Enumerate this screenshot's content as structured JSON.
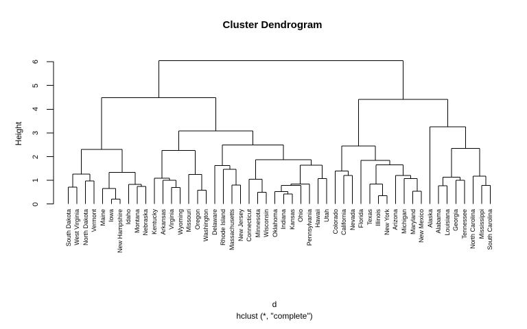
{
  "title": "Cluster Dendrogram",
  "y_axis": {
    "label": "Height",
    "ticks": [
      0,
      1,
      2,
      3,
      4,
      5,
      6
    ]
  },
  "x_axis": {
    "label": "d",
    "sub_label": "hclust (*, \"complete\")"
  },
  "chart_data": {
    "type": "dendrogram",
    "title": "Cluster Dendrogram",
    "ylabel": "Height",
    "xlabel": "d",
    "linkage_caption": "hclust (*, \"complete\")",
    "ylim": [
      0,
      6
    ],
    "grid": false,
    "leaves_in_order": [
      "South Dakota",
      "West Virginia",
      "North Dakota",
      "Vermont",
      "Maine",
      "Iowa",
      "New Hampshire",
      "Idaho",
      "Montana",
      "Nebraska",
      "Kentucky",
      "Arkansas",
      "Virginia",
      "Wyoming",
      "Missouri",
      "Oregon",
      "Washington",
      "Delaware",
      "Rhode Island",
      "Massachusetts",
      "New Jersey",
      "Connecticut",
      "Minnesota",
      "Wisconsin",
      "Oklahoma",
      "Indiana",
      "Kansas",
      "Ohio",
      "Pennsylvania",
      "Hawaii",
      "Utah",
      "Colorado",
      "California",
      "Nevada",
      "Florida",
      "Texas",
      "Illinois",
      "New York",
      "Arizona",
      "Michigan",
      "Maryland",
      "New Mexico",
      "Alaska",
      "Alabama",
      "Louisiana",
      "Georgia",
      "Tennessee",
      "North Carolina",
      "Mississippi",
      "South Carolina"
    ],
    "tree": [
      6.05,
      [
        4.49,
        [
          2.3,
          [
            1.27,
            [
              0.71,
              "South Dakota",
              "West Virginia"
            ],
            [
              0.98,
              "North Dakota",
              "Vermont"
            ]
          ],
          [
            1.33,
            [
              0.65,
              "Maine",
              [
                0.21,
                "Iowa",
                "New Hampshire"
              ]
            ],
            [
              0.83,
              "Idaho",
              [
                0.74,
                "Montana",
                "Nebraska"
              ]
            ]
          ]
        ],
        [
          3.09,
          [
            2.26,
            [
              1.09,
              "Kentucky",
              [
                1.0,
                "Arkansas",
                [
                  0.7,
                  "Virginia",
                  "Wyoming"
                ]
              ]
            ],
            [
              1.25,
              "Missouri",
              [
                0.59,
                "Oregon",
                "Washington"
              ]
            ]
          ],
          [
            2.49,
            [
              1.62,
              "Delaware",
              [
                1.47,
                "Rhode Island",
                [
                  0.8,
                  "Massachusetts",
                  "New Jersey"
                ]
              ]
            ],
            [
              1.87,
              [
                1.04,
                "Connecticut",
                [
                  0.49,
                  "Minnesota",
                  "Wisconsin"
                ]
              ],
              [
                1.64,
                [
                  0.84,
                  [
                    0.78,
                    [
                      0.53,
                      "Oklahoma",
                      [
                        0.43,
                        "Indiana",
                        "Kansas"
                      ]
                    ],
                    "Ohio"
                  ],
                  "Pennsylvania"
                ],
                [
                  1.07,
                  "Hawaii",
                  "Utah"
                ]
              ]
            ]
          ]
        ]
      ],
      [
        4.42,
        [
          2.45,
          [
            1.4,
            "Colorado",
            [
              1.2,
              "California",
              "Nevada"
            ]
          ],
          [
            1.84,
            "Florida",
            [
              1.65,
              [
                0.85,
                "Texas",
                [
                  0.35,
                  "Illinois",
                  "New York"
                ]
              ],
              [
                1.21,
                "Arizona",
                [
                  1.08,
                  "Michigan",
                  [
                    0.54,
                    "Maryland",
                    "New Mexico"
                  ]
                ]
              ]
            ]
          ]
        ],
        [
          3.26,
          "Alaska",
          [
            2.34,
            [
              1.13,
              [
                0.77,
                "Alabama",
                "Louisiana"
              ],
              [
                1.01,
                "Georgia",
                "Tennessee"
              ]
            ],
            [
              1.18,
              "North Carolina",
              [
                0.79,
                "Mississippi",
                "South Carolina"
              ]
            ]
          ]
        ]
      ]
    ],
    "line_color": "#000000",
    "background_color": "#ffffff"
  }
}
